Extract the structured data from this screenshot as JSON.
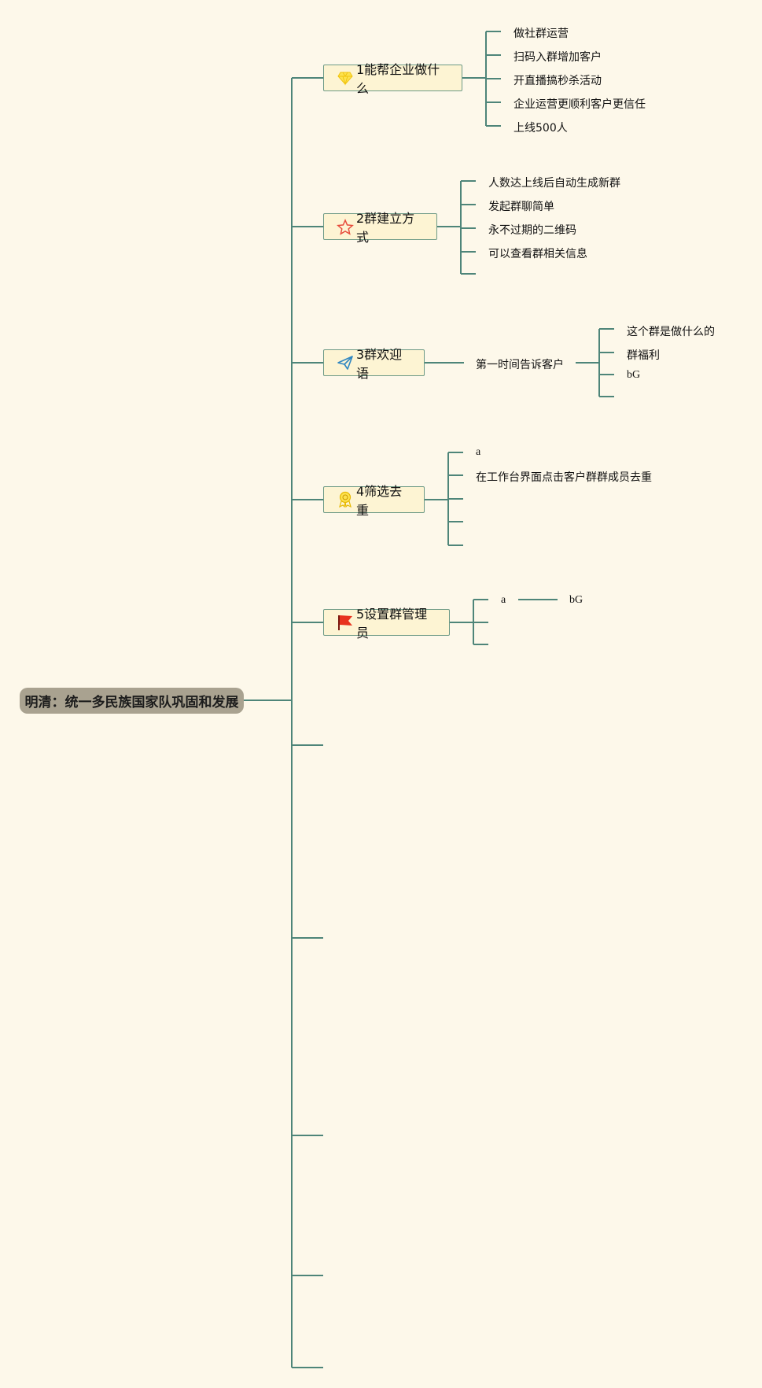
{
  "root": {
    "label": "明清：统一多民族国家队巩固和发展"
  },
  "topics": [
    {
      "label": "1能帮企业做什么",
      "icon": "diamond-icon",
      "children": [
        "做社群运营",
        "扫码入群增加客户",
        "开直播搞秒杀活动",
        "企业运营更顺利客户更信任",
        "上线500人"
      ]
    },
    {
      "label": "2群建立方式",
      "icon": "star-icon",
      "children": [
        "人数达上线后自动生成新群",
        "发起群聊简单",
        "永不过期的二维码",
        "可以查看群相关信息",
        ""
      ]
    },
    {
      "label": "3群欢迎语",
      "icon": "paper-plane-icon",
      "children": [
        "第一时间告诉客户"
      ],
      "grandchildren": [
        "这个群是做什么的",
        "群福利",
        "bG",
        ""
      ]
    },
    {
      "label": "4筛选去重",
      "icon": "award-icon",
      "children": [
        "a",
        "在工作台界面点击客户群群成员去重",
        "",
        "",
        ""
      ]
    },
    {
      "label": "5设置群管理员",
      "icon": "flag-icon",
      "children": [
        "a",
        "",
        ""
      ],
      "grandchildren": [
        "bG"
      ]
    }
  ],
  "colors": {
    "background": "#fdf8ea",
    "connector": "#4e8579",
    "root_fill": "#a9a290",
    "topic_fill": "#fdf4d3",
    "topic_border": "#6d9a86"
  }
}
